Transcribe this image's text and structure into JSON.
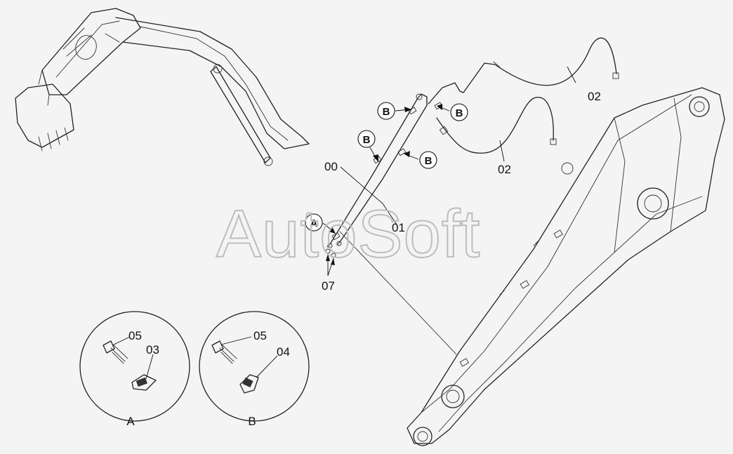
{
  "watermark": "AutoSoft",
  "part_labels": {
    "p00": "00",
    "p01": "01",
    "p02_upper": "02",
    "p02_lower": "02",
    "p07": "07",
    "a05": "05",
    "a03": "03",
    "b05": "05",
    "b04": "04"
  },
  "callouts": {
    "b1": "B",
    "b2": "B",
    "b3": "B",
    "b4": "B",
    "a1": "A"
  },
  "detail_views": {
    "a": "A",
    "b": "B"
  }
}
